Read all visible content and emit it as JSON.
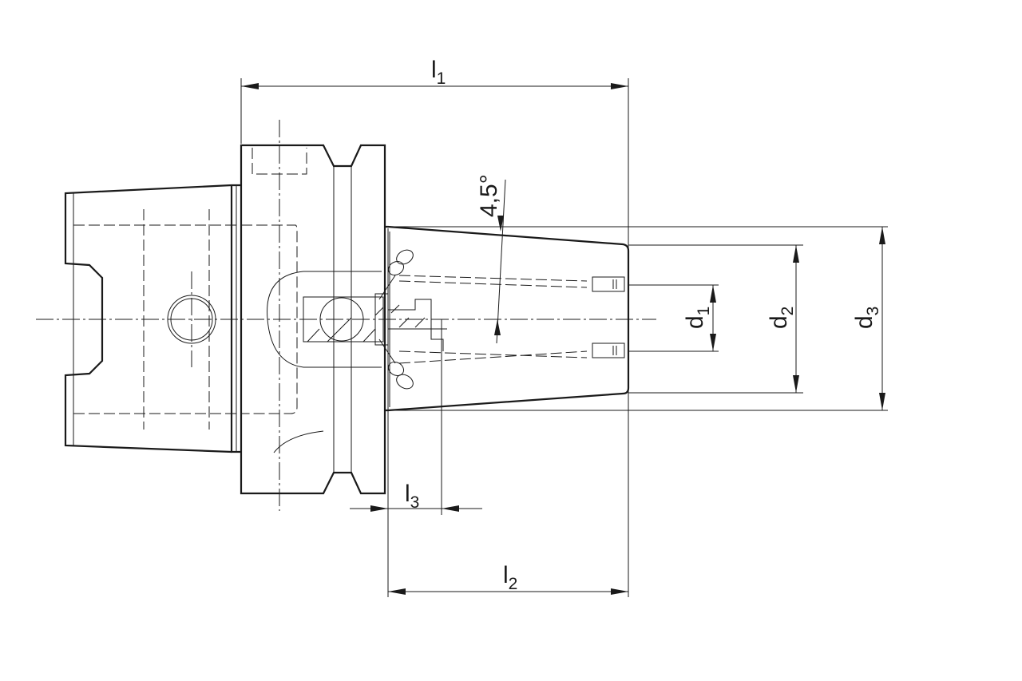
{
  "title": "HSK shrink chuck technical drawing",
  "dimensions": {
    "l1": {
      "main": "l",
      "sub": "1"
    },
    "l2": {
      "main": "l",
      "sub": "2"
    },
    "l3": {
      "main": "l",
      "sub": "3"
    },
    "d1": {
      "main": "d",
      "sub": "1"
    },
    "d2": {
      "main": "d",
      "sub": "2"
    },
    "d3": {
      "main": "d",
      "sub": "3"
    },
    "angle": "4,5°"
  }
}
